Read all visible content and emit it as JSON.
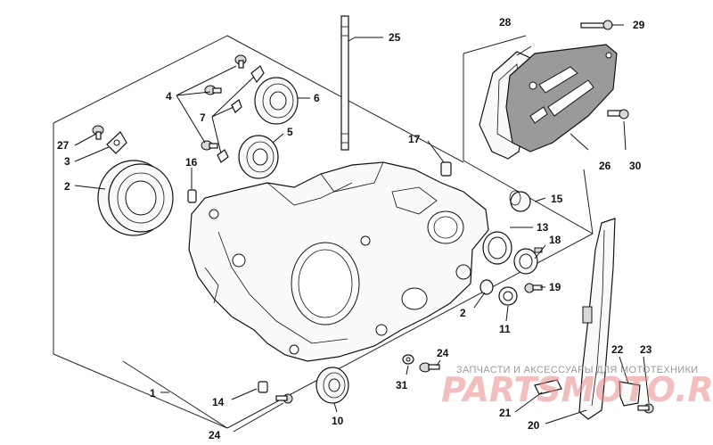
{
  "callouts": {
    "c1": "1",
    "c2a": "2",
    "c2b": "2",
    "c3": "3",
    "c4": "4",
    "c5": "5",
    "c6": "6",
    "c7": "7",
    "c10": "10",
    "c11": "11",
    "c13": "13",
    "c14": "14",
    "c15": "15",
    "c16": "16",
    "c17": "17",
    "c18": "18",
    "c19": "19",
    "c20": "20",
    "c21": "21",
    "c22": "22",
    "c23": "23",
    "c24a": "24",
    "c24b": "24",
    "c25": "25",
    "c26": "26",
    "c27": "27",
    "c28": "28",
    "c29": "29",
    "c30": "30",
    "c31": "31"
  },
  "watermark": {
    "subtitle": "ЗАПЧАСТИ И АКСЕССУАРЫ ДЛЯ МОТОТЕХНИКИ",
    "logo": "PARTSMOTO.RU"
  }
}
